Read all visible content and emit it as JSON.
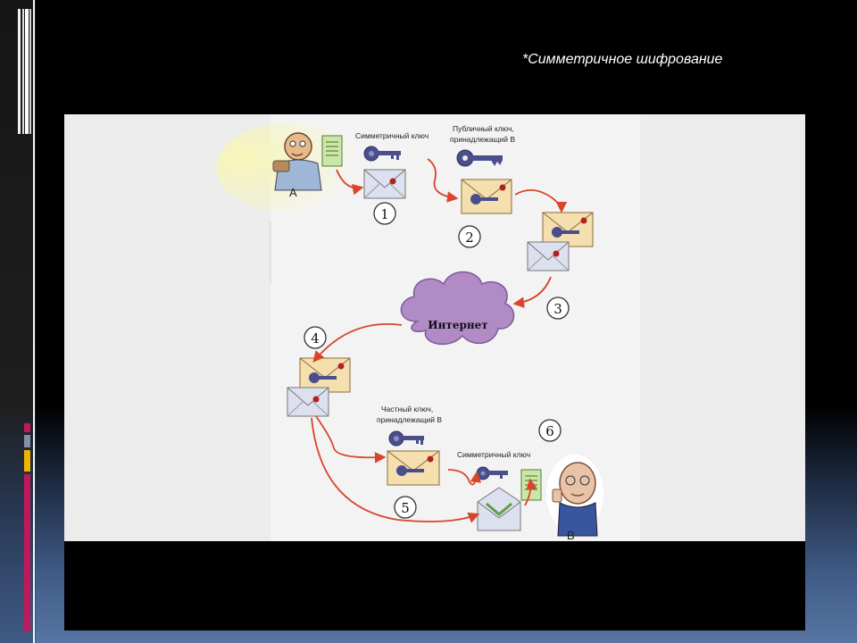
{
  "slide": {
    "title": "*Симметричное шифрование"
  },
  "diagram": {
    "person_a": "А",
    "person_b": "В",
    "symmetric_key_top": "Симметричный ключ",
    "public_key_line1": "Публичный ключ,",
    "public_key_line2": "принадлежащий В",
    "private_key_line1": "Частный ключ,",
    "private_key_line2": "принадлежащий В",
    "symmetric_key_bottom": "Симметричный ключ",
    "internet": "Интернет",
    "steps": [
      "1",
      "2",
      "3",
      "4",
      "5",
      "6"
    ]
  },
  "colors": {
    "arrow": "#d9452b",
    "cloud": "#b08bc6",
    "key": "#4a4f8c",
    "envelope_yellow": "#f5dfae",
    "envelope_white": "#dde0ee",
    "seal": "#b22020",
    "document": "#c9e7a6",
    "person_a_glow": "#f4f2a2"
  }
}
